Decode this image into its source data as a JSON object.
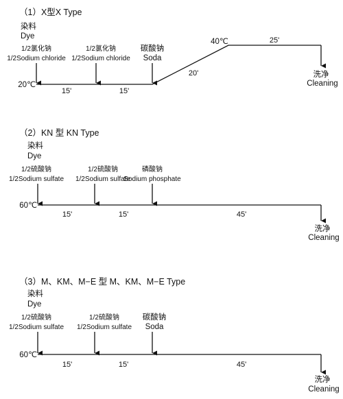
{
  "sections": [
    {
      "title": "（1）X型X Type",
      "dye_cn": "染料",
      "dye_en": "Dye",
      "start_temp": "20℃",
      "peak_temp": "40℃",
      "additions": [
        {
          "cn": "1/2氯化钠",
          "en": "1/2Sodium chloride"
        },
        {
          "cn": "1/2氯化钠",
          "en": "1/2Sodium chloride"
        },
        {
          "cn": "碳酸钠",
          "en": "Soda"
        }
      ],
      "times": [
        "15'",
        "15'",
        "20'",
        "25'"
      ],
      "end_cn": "洗净",
      "end_en": "Cleaning"
    },
    {
      "title": "（2）KN 型 KN Type",
      "dye_cn": "染料",
      "dye_en": "Dye",
      "start_temp": "60℃",
      "additions": [
        {
          "cn": "1/2硫酸钠",
          "en": "1/2Sodium sulfate"
        },
        {
          "cn": "1/2硫酸钠",
          "en": "1/2Sodium sulfate"
        },
        {
          "cn": "磷酸钠",
          "en": "Sodium phosphate"
        }
      ],
      "times": [
        "15'",
        "15'",
        "45'"
      ],
      "end_cn": "洗净",
      "end_en": "Cleaning"
    },
    {
      "title": "（3）M、KM、M−E 型 M、KM、M−E Type",
      "dye_cn": "染料",
      "dye_en": "Dye",
      "start_temp": "60℃",
      "additions": [
        {
          "cn": "1/2硫酸钠",
          "en": "1/2Sodium sulfate"
        },
        {
          "cn": "1/2硫酸钠",
          "en": "1/2Sodium sulfate"
        },
        {
          "cn": "碳酸钠",
          "en": "Soda"
        }
      ],
      "times": [
        "15'",
        "15'",
        "45'"
      ],
      "end_cn": "洗净",
      "end_en": "Cleaning"
    }
  ]
}
